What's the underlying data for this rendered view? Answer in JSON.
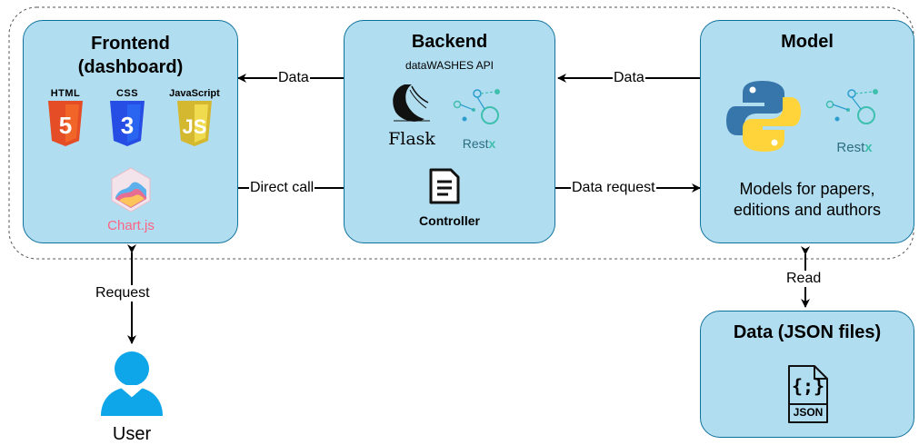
{
  "frontend": {
    "title_line1": "Frontend",
    "title_line2": "(dashboard)",
    "logos": {
      "html": "HTML",
      "css": "CSS",
      "js": "JavaScript",
      "chartjs": "Chart.js"
    }
  },
  "backend": {
    "title": "Backend",
    "api_label": "dataWASHES API",
    "flask": "Flask",
    "restx": "Rest",
    "controller": "Controller"
  },
  "model": {
    "title": "Model",
    "restx": "Rest",
    "desc_line1": "Models for papers,",
    "desc_line2": "editions and authors"
  },
  "data": {
    "title": "Data (JSON files)",
    "json_icon_text": "{;}",
    "json_label": "JSON"
  },
  "user": {
    "label": "User"
  },
  "edges": {
    "backend_to_frontend": "Data",
    "model_to_backend": "Data",
    "direct_call": "Direct call",
    "data_request": "Data request",
    "read": "Read",
    "request": "Request"
  },
  "colors": {
    "box_fill": "#b1ddf0",
    "box_border": "#10739e",
    "html": "#e44d26",
    "css": "#264de4",
    "js": "#f0db4f",
    "python_blue": "#3776ab",
    "python_yellow": "#ffd43b",
    "restx_teal": "#3fbfad",
    "user_blue": "#0ea5e9"
  }
}
